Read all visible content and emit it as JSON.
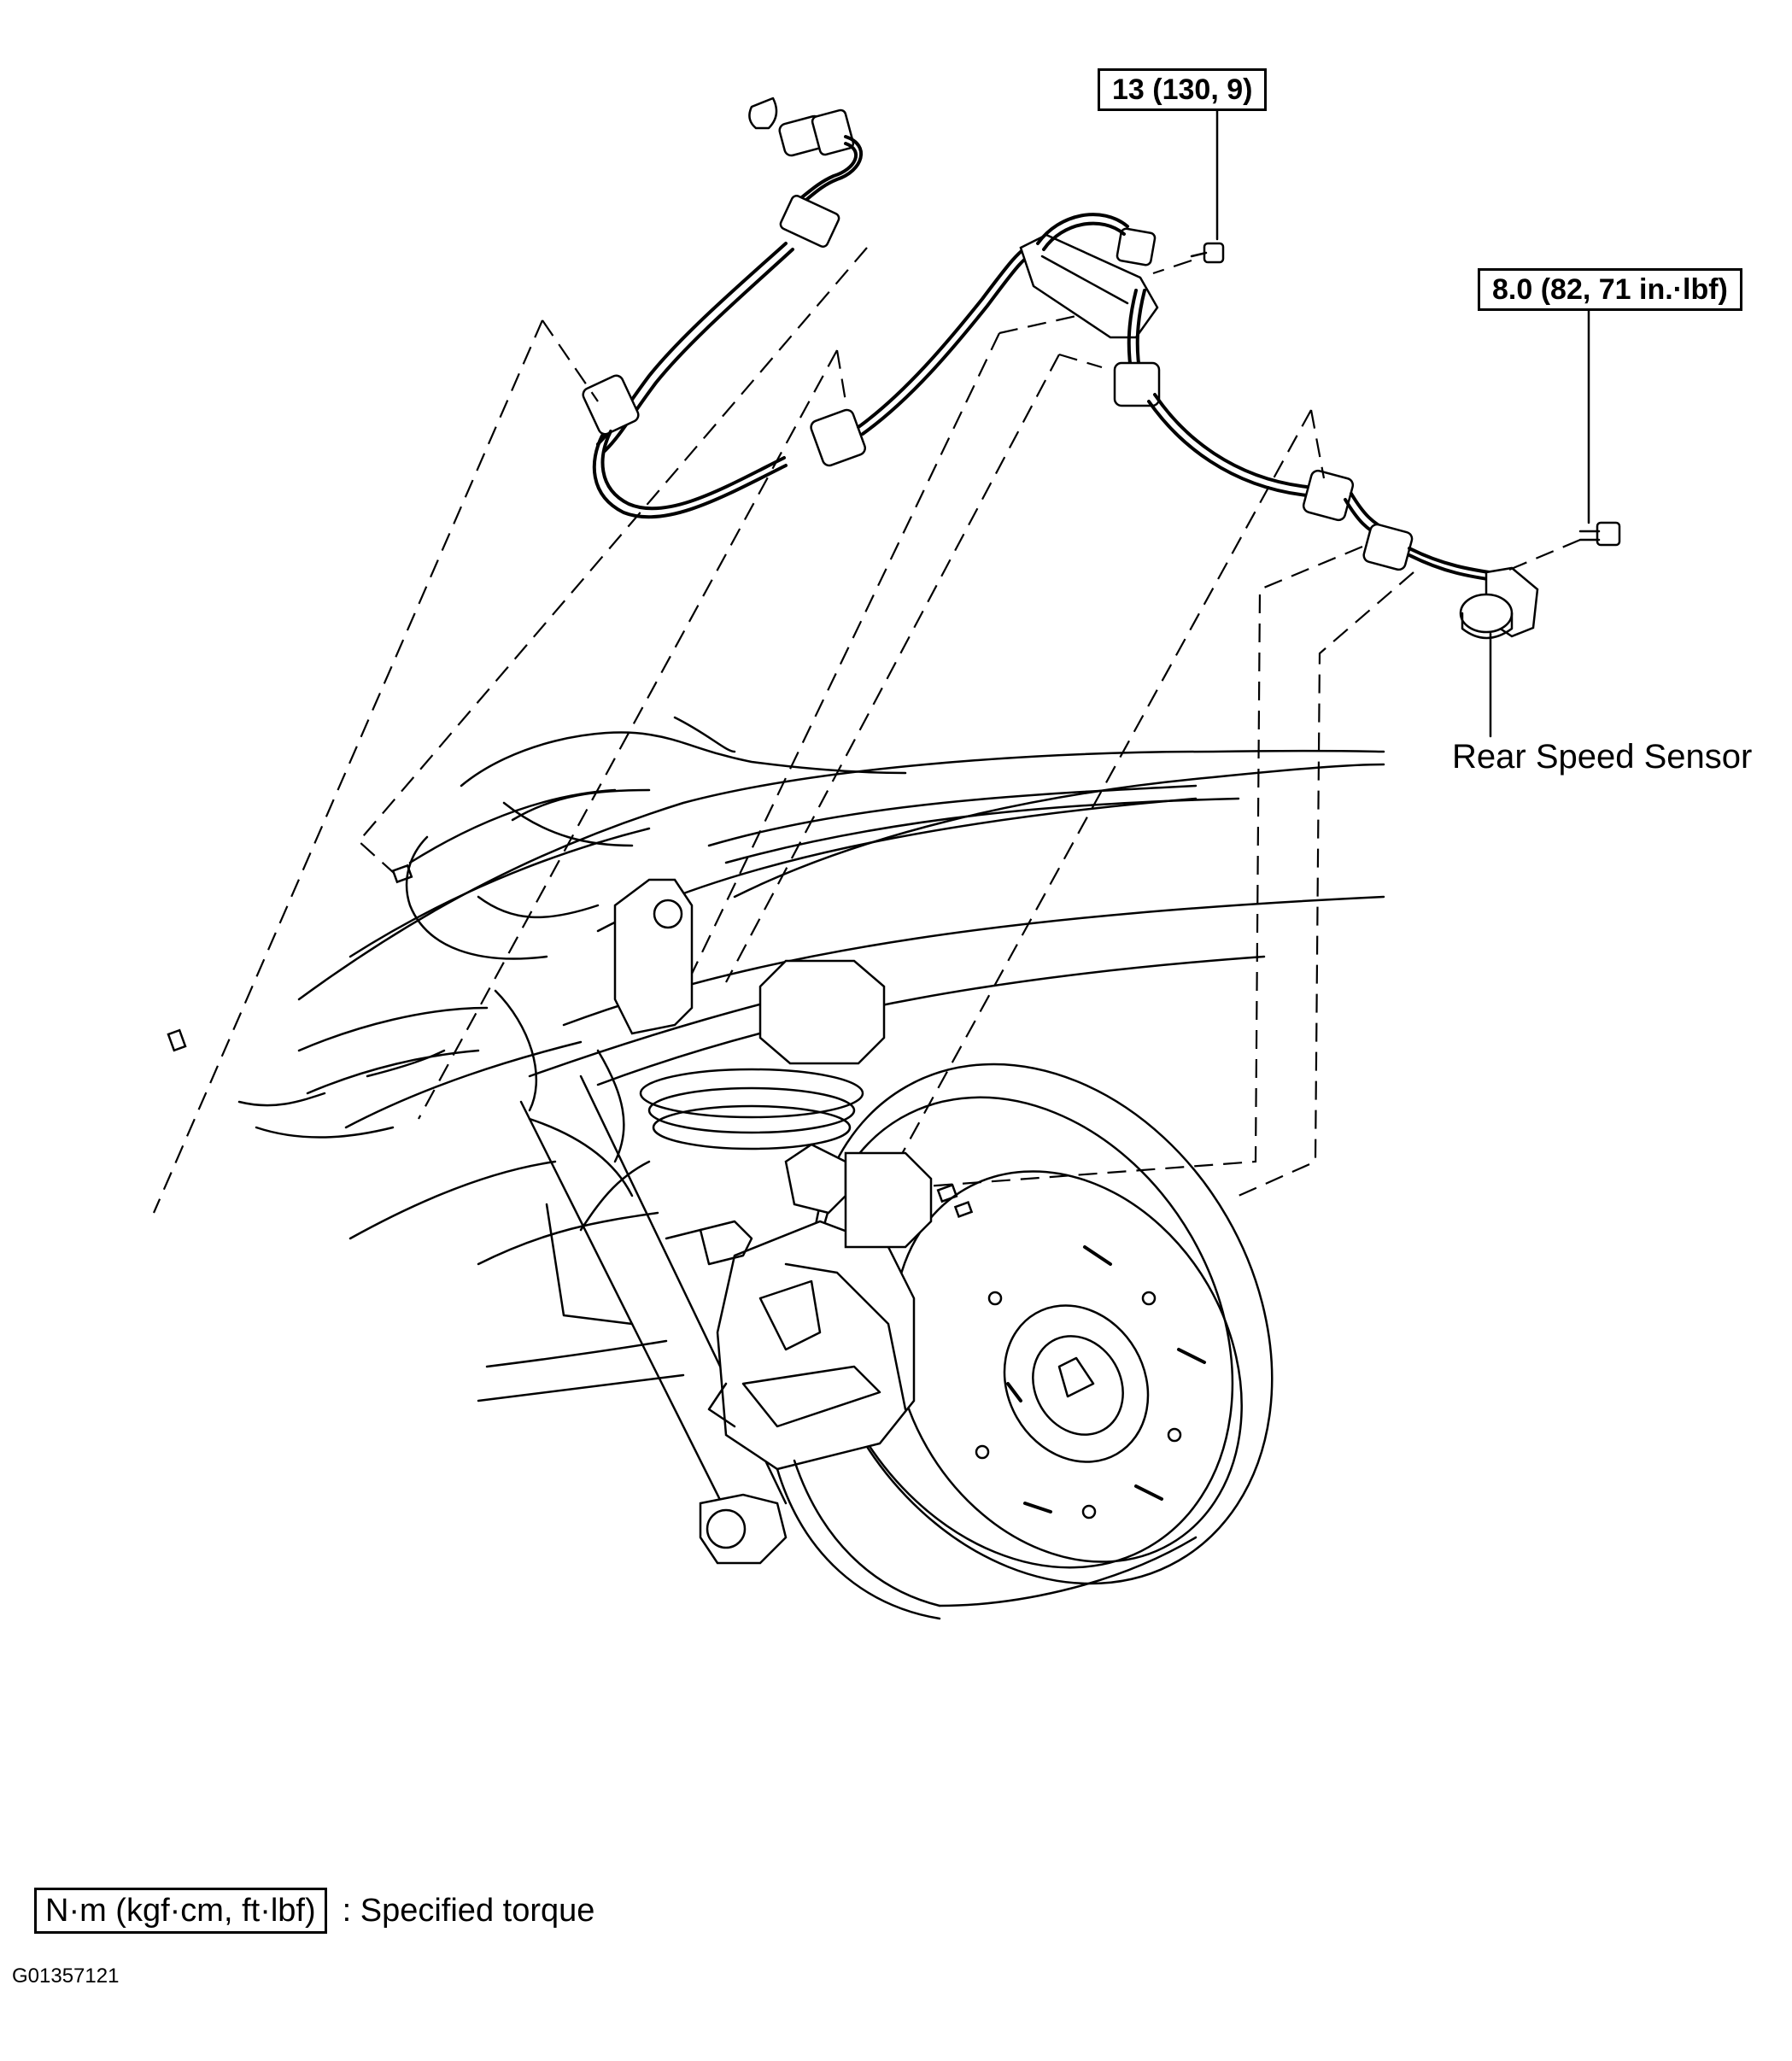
{
  "callouts": {
    "torque_upper": "13 (130, 9)",
    "torque_right": "8.0 (82, 71 in.·lbf)",
    "rear_speed_sensor": "Rear Speed Sensor"
  },
  "legend": {
    "unit_box": "N·m (kgf·cm, ft·lbf)",
    "description": ": Specified torque"
  },
  "figure_code": "G01357121"
}
